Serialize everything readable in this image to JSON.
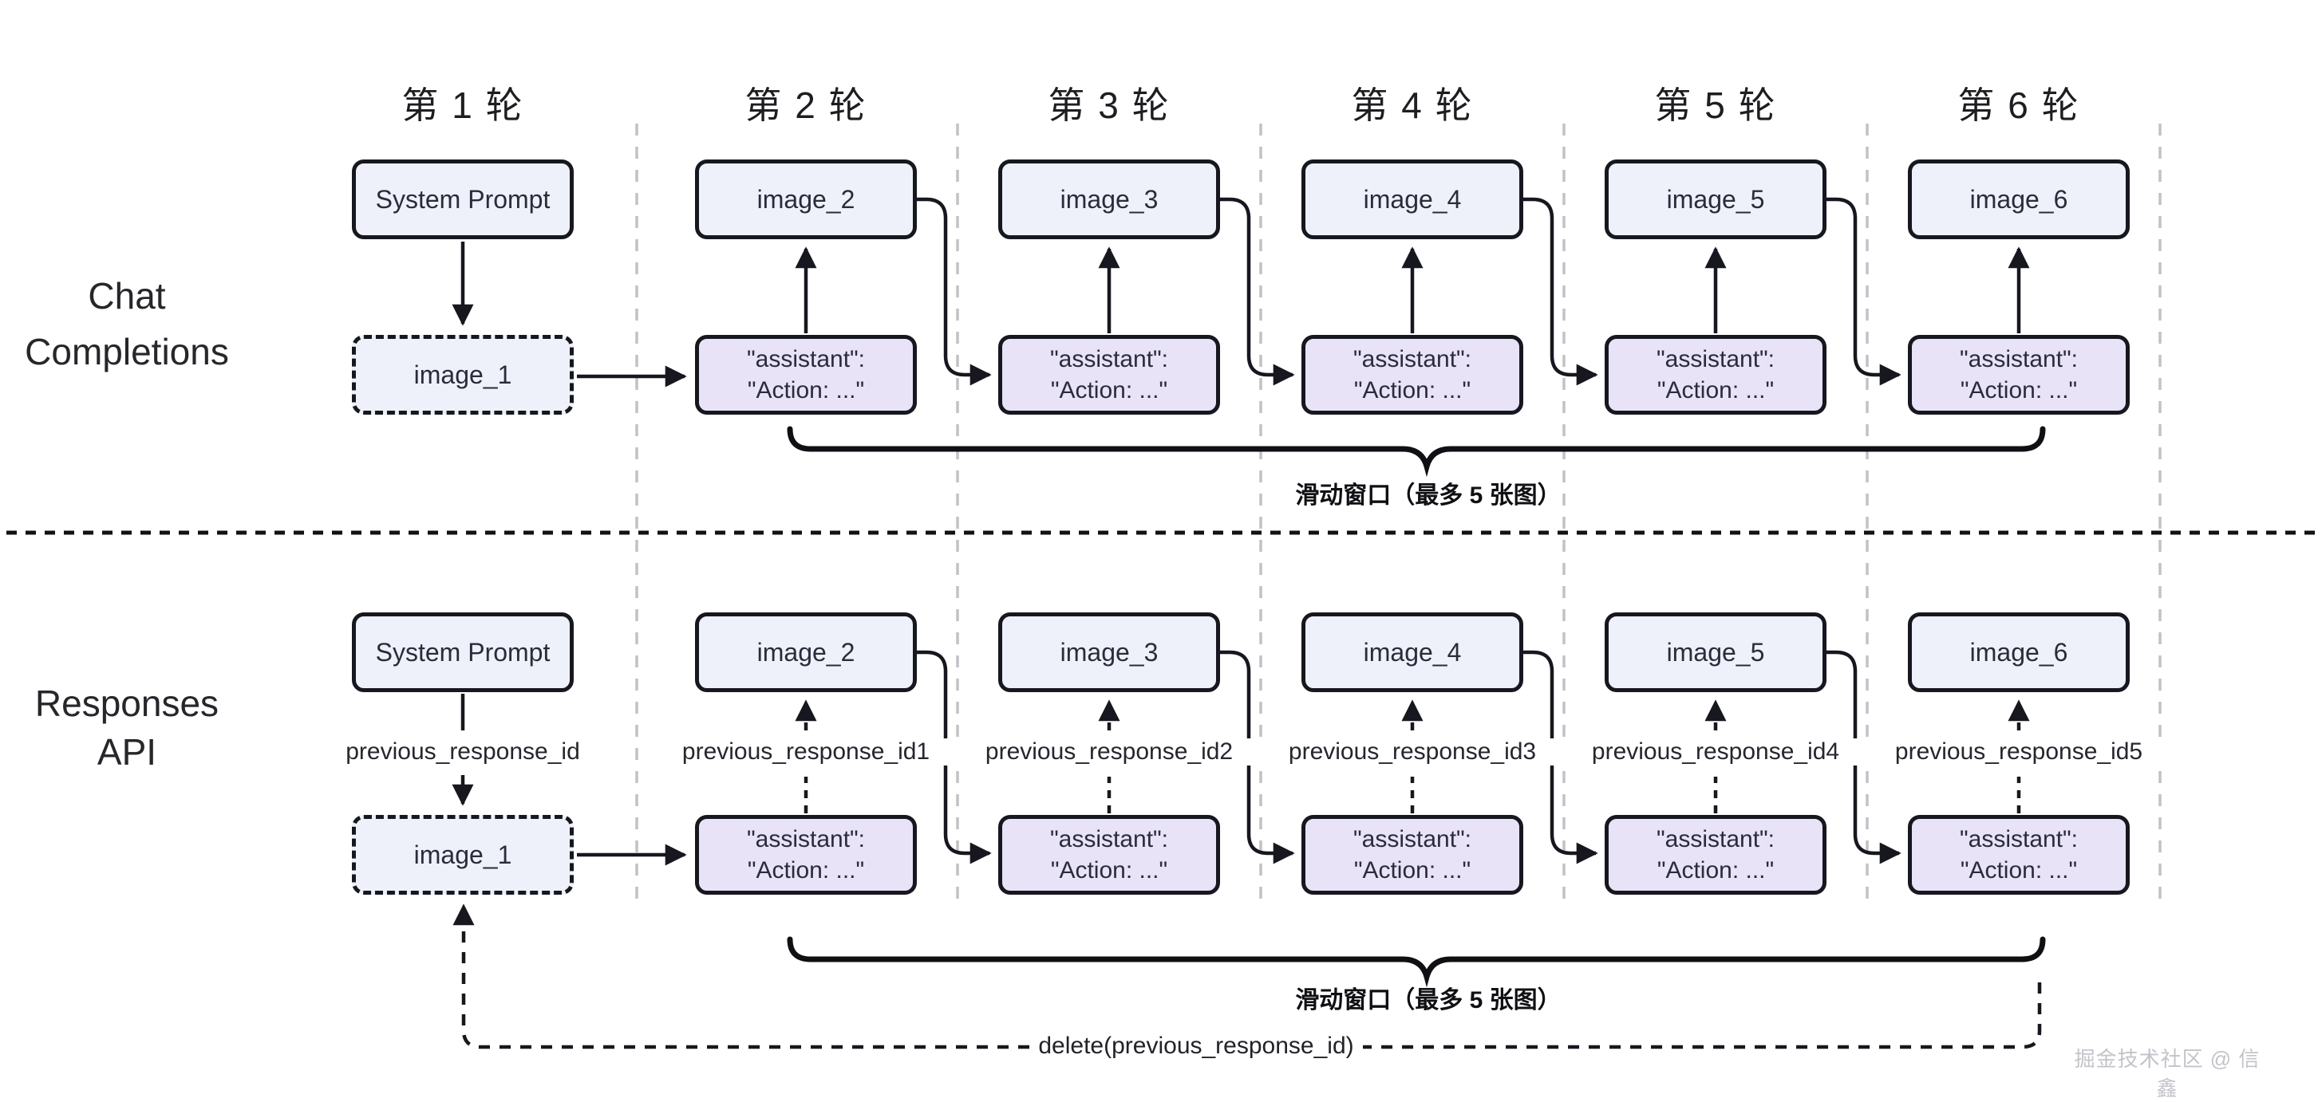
{
  "columns": [
    {
      "header": "第 1 轮"
    },
    {
      "header": "第 2 轮"
    },
    {
      "header": "第 3 轮"
    },
    {
      "header": "第 4 轮"
    },
    {
      "header": "第 5 轮"
    },
    {
      "header": "第 6 轮"
    }
  ],
  "sections": {
    "chat": {
      "label_line1": "Chat",
      "label_line2": "Completions",
      "system_prompt": "System Prompt",
      "images": [
        "image_1",
        "image_2",
        "image_3",
        "image_4",
        "image_5",
        "image_6"
      ],
      "assistant_line1": "\"assistant\":",
      "assistant_line2": "\"Action: ...\"",
      "window_note": "滑动窗口（最多 5 张图）"
    },
    "responses": {
      "label_line1": "Responses",
      "label_line2": "API",
      "system_prompt": "System Prompt",
      "images": [
        "image_1",
        "image_2",
        "image_3",
        "image_4",
        "image_5",
        "image_6"
      ],
      "edge_labels": [
        "previous_response_id",
        "previous_response_id1",
        "previous_response_id2",
        "previous_response_id3",
        "previous_response_id4",
        "previous_response_id5"
      ],
      "assistant_line1": "\"assistant\":",
      "assistant_line2": "\"Action: ...\"",
      "window_note": "滑动窗口（最多 5 张图）",
      "delete_label": "delete(previous_response_id)"
    }
  },
  "watermark": "掘金技术社区 @ 信鑫",
  "colors": {
    "image_box_fill": "#eef1f9",
    "assistant_box_fill": "#e8e3f7",
    "stroke": "#17171f",
    "separator": "#c2c2c6",
    "watermark_text": "#c3c3ca"
  }
}
